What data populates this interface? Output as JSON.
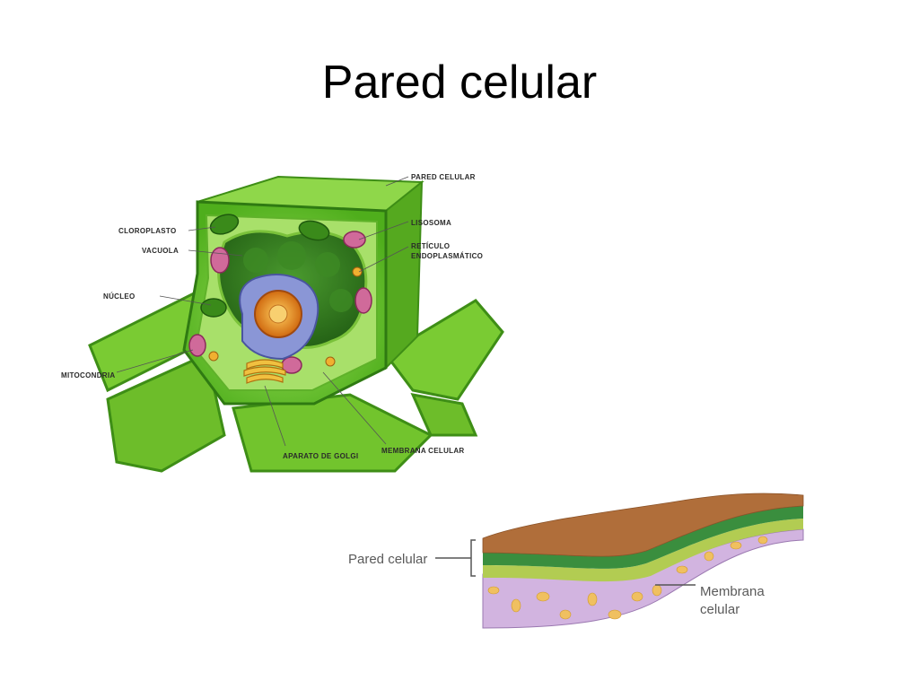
{
  "title": "Pared celular",
  "cell_diagram": {
    "labels": {
      "pared_celular": "PARED CELULAR",
      "lisosoma": "LISOSOMA",
      "reticulo_1": "RETÍCULO",
      "reticulo_2": "ENDOPLASMÁTICO",
      "cloroplasto": "CLOROPLASTO",
      "vacuola": "VACUOLA",
      "nucleo": "NÚCLEO",
      "mitocondria": "MITOCONDRIA",
      "golgi": "APARATO DE GOLGI",
      "membrana": "MEMBRANA CELULAR"
    },
    "colors": {
      "wall": "#6cc72a",
      "wall_dark": "#3f9a1a",
      "vacuole": "#2f7a1e",
      "nucleus": "#f0a030",
      "er": "#7a86c8",
      "mito": "#c2537a",
      "golgi": "#e8b030"
    }
  },
  "wall_diagram": {
    "labels": {
      "pared": "Pared celular",
      "membrana_1": "Membrana",
      "membrana_2": "celular"
    },
    "colors": {
      "top": "#b5703c",
      "green_dark": "#2f8a3a",
      "green_light": "#a8c84a",
      "membrane": "#c8a8d8",
      "granules": "#f0c060"
    }
  }
}
